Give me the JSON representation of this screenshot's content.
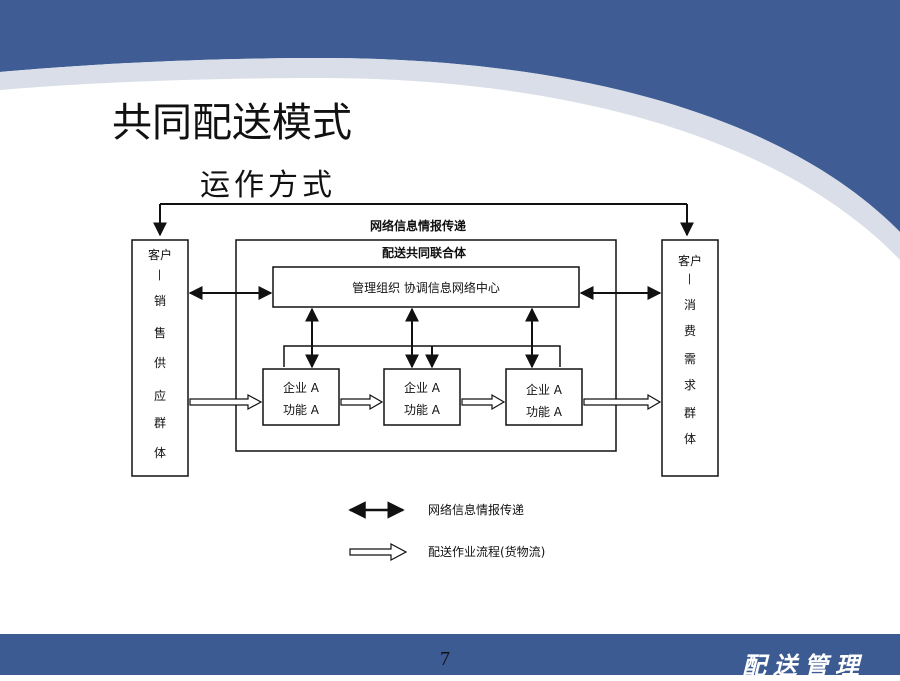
{
  "slide": {
    "title": "共同配送模式",
    "subtitle": "运作方式",
    "page_number": "7",
    "footer_label": "配送管理"
  },
  "diagram": {
    "top_info_label": "网络信息情报传递",
    "union_label": "配送共同联合体",
    "center_label": "管理组织 协调信息网络中心",
    "left_group": {
      "title": "客户",
      "dash": "—",
      "chars": [
        "销",
        "售",
        "供",
        "应",
        "群",
        "体"
      ]
    },
    "right_group": {
      "title": "客户",
      "dash": "—",
      "chars": [
        "消",
        "费",
        "需",
        "求",
        "群",
        "体"
      ]
    },
    "enterprises": [
      {
        "line1": "企业 A",
        "line2": "功能 A"
      },
      {
        "line1": "企业 A",
        "line2": "功能 A"
      },
      {
        "line1": "企业 A",
        "line2": "功能 A"
      }
    ],
    "legend": [
      {
        "symbol": "double-arrow",
        "label": "网络信息情报传递"
      },
      {
        "symbol": "hollow-arrow",
        "label": "配送作业流程(货物流)"
      }
    ]
  },
  "colors": {
    "header_blue": "#3f5d94",
    "footer_blue": "#3c5b92",
    "ink": "#111111"
  }
}
